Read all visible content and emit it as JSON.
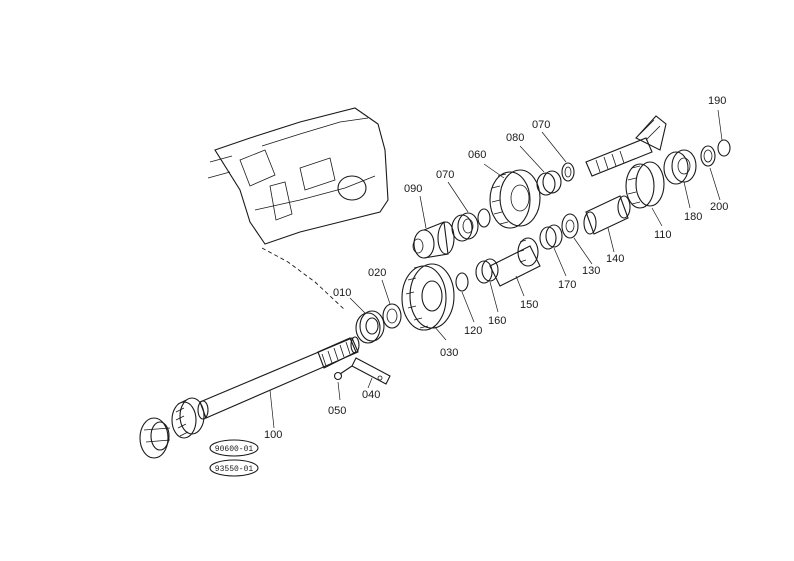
{
  "callouts": [
    {
      "id": "010",
      "text": "010"
    },
    {
      "id": "020",
      "text": "020"
    },
    {
      "id": "030",
      "text": "030"
    },
    {
      "id": "040",
      "text": "040"
    },
    {
      "id": "050",
      "text": "050"
    },
    {
      "id": "060",
      "text": "060"
    },
    {
      "id": "070a",
      "text": "070"
    },
    {
      "id": "070b",
      "text": "070"
    },
    {
      "id": "080",
      "text": "080"
    },
    {
      "id": "090",
      "text": "090"
    },
    {
      "id": "100",
      "text": "100"
    },
    {
      "id": "110",
      "text": "110"
    },
    {
      "id": "120",
      "text": "120"
    },
    {
      "id": "130",
      "text": "130"
    },
    {
      "id": "140",
      "text": "140"
    },
    {
      "id": "150",
      "text": "150"
    },
    {
      "id": "160",
      "text": "160"
    },
    {
      "id": "170",
      "text": "170"
    },
    {
      "id": "180",
      "text": "180"
    },
    {
      "id": "190",
      "text": "190"
    },
    {
      "id": "200",
      "text": "200"
    }
  ],
  "kits": [
    {
      "text": "90600-01"
    },
    {
      "text": "93550-01"
    }
  ]
}
